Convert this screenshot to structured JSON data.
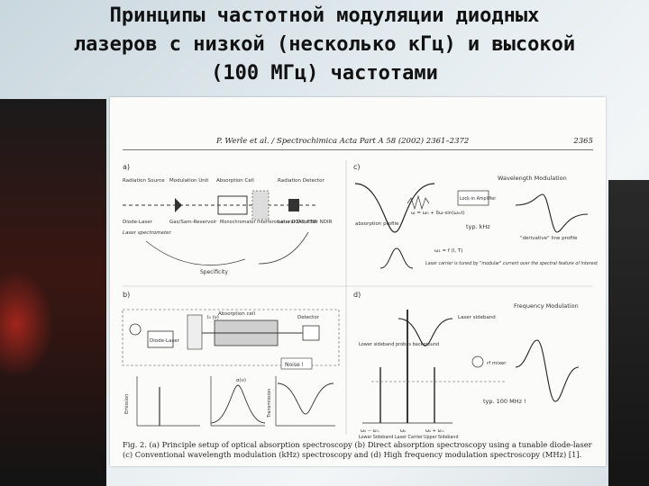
{
  "slide": {
    "title_lines": [
      "Принципы частотной модуляции диодных",
      "лазеров с низкой (несколько кГц) и высокой",
      "(100 МГц) частотами"
    ]
  },
  "figure": {
    "citation": "P. Werle et al. / Spectrochimica Acta Part A 58 (2002) 2361–2372",
    "page_number": "2365",
    "panel_labels": [
      "a)",
      "b)",
      "c)",
      "d)"
    ],
    "panel_a": {
      "top_labels": [
        "Radiation Source",
        "Modulation Unit",
        "Absorption Cell",
        "Radiation Detector"
      ],
      "bottom_labels": [
        "Diode-Laser",
        "Gas/Sam-Reservoir",
        "Monochromator Interferometer DOAS, FTIR",
        "Lateral Detector NDIR"
      ],
      "laser_note": "Laser spectrometer",
      "specificity": "Specificity"
    },
    "panel_b": {
      "cell_label": "Absorption cell",
      "detector": "Detector",
      "laser": "Diode-Laser",
      "noise": "Noise !",
      "i0": "I₀ (ν)",
      "emission": "Emission",
      "transmission": "Transmission",
      "alpha": "α(ν)"
    },
    "panel_c": {
      "title": "Wavelength Modulation",
      "lockin": "Lock-in Amplifier",
      "formula": "ω = ω₀ + δω·sin(ωₘt)",
      "typ": "typ. kHz",
      "absorption": "absorption profile",
      "derivative": "\"derivative\" line profile",
      "omega_f": "ω₁ = f (I, T)",
      "note": "Laser carrier is tuned by \"modular\" current over the spectral feature of interest"
    },
    "panel_d": {
      "title": "Frequency Modulation",
      "carrier": "Laser sideband",
      "lower": "Lower sideband probes background",
      "mixer": "rf mixer",
      "typ": "typ. 100 MHz !",
      "bottom": [
        "ω₀ − ωₘ",
        "ω₀",
        "ω₀ + ωₘ"
      ],
      "bottom2": [
        "Lower Sideband",
        "Laser Carrier",
        "Upper Sideband"
      ]
    },
    "caption": "Fig. 2. (a) Principle setup of optical absorption spectroscopy (b) Direct absorption spectroscopy using a tunable diode-laser (c) Conventional wavelength modulation (kHz) spectroscopy and (d) High frequency modulation spectroscopy (MHz) [1]."
  }
}
